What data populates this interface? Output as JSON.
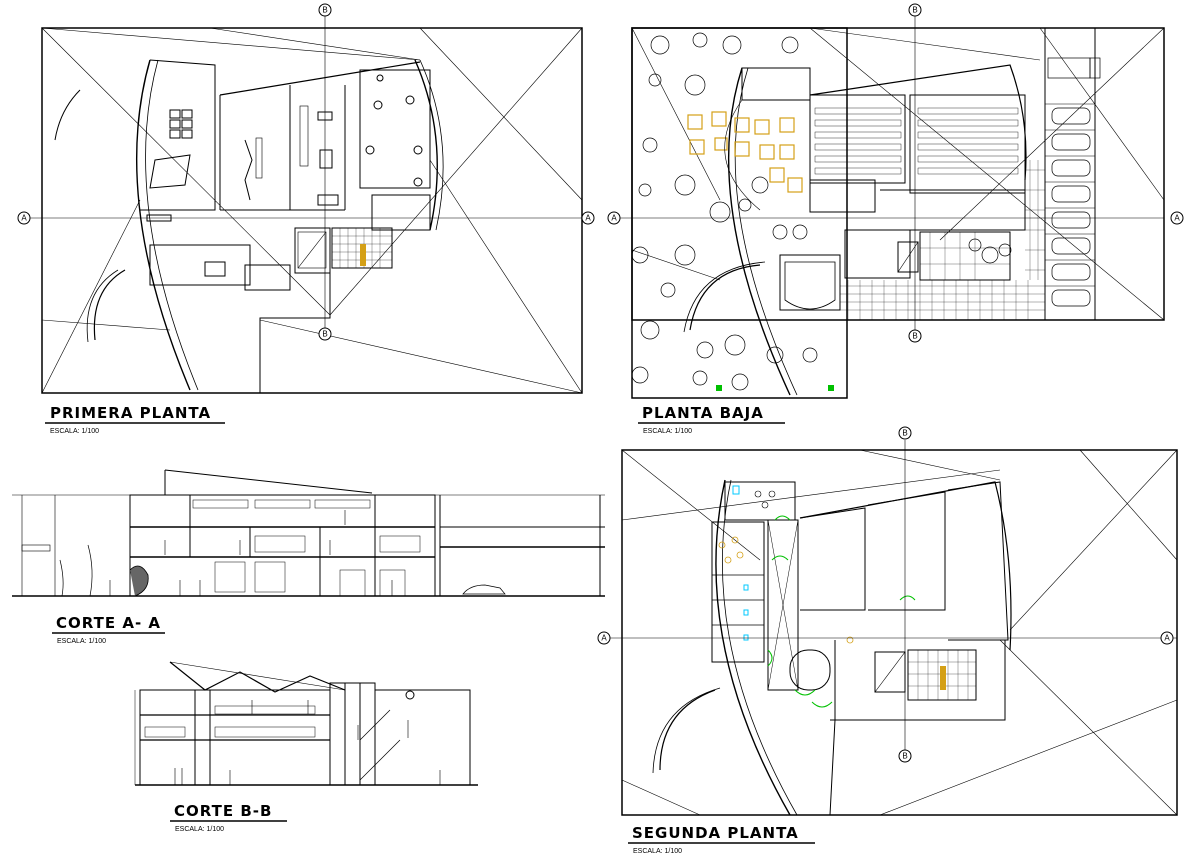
{
  "plans": [
    {
      "title": "PRIMERA PLANTA",
      "scale": "ESCALA: 1/100"
    },
    {
      "title": "PLANTA BAJA",
      "scale": "ESCALA: 1/100"
    },
    {
      "title": "SEGUNDA PLANTA",
      "scale": "ESCALA: 1/100"
    }
  ],
  "sections": [
    {
      "title": "CORTE A- A",
      "scale": "ESCALA: 1/100"
    },
    {
      "title": "CORTE B-B",
      "scale": "ESCALA: 1/100"
    }
  ],
  "axis_labels": {
    "a": "A",
    "b": "B"
  },
  "colors": {
    "line": "#000000",
    "furniture": "#d4a017",
    "accent_green": "#00c000",
    "accent_cyan": "#00c8ff"
  }
}
